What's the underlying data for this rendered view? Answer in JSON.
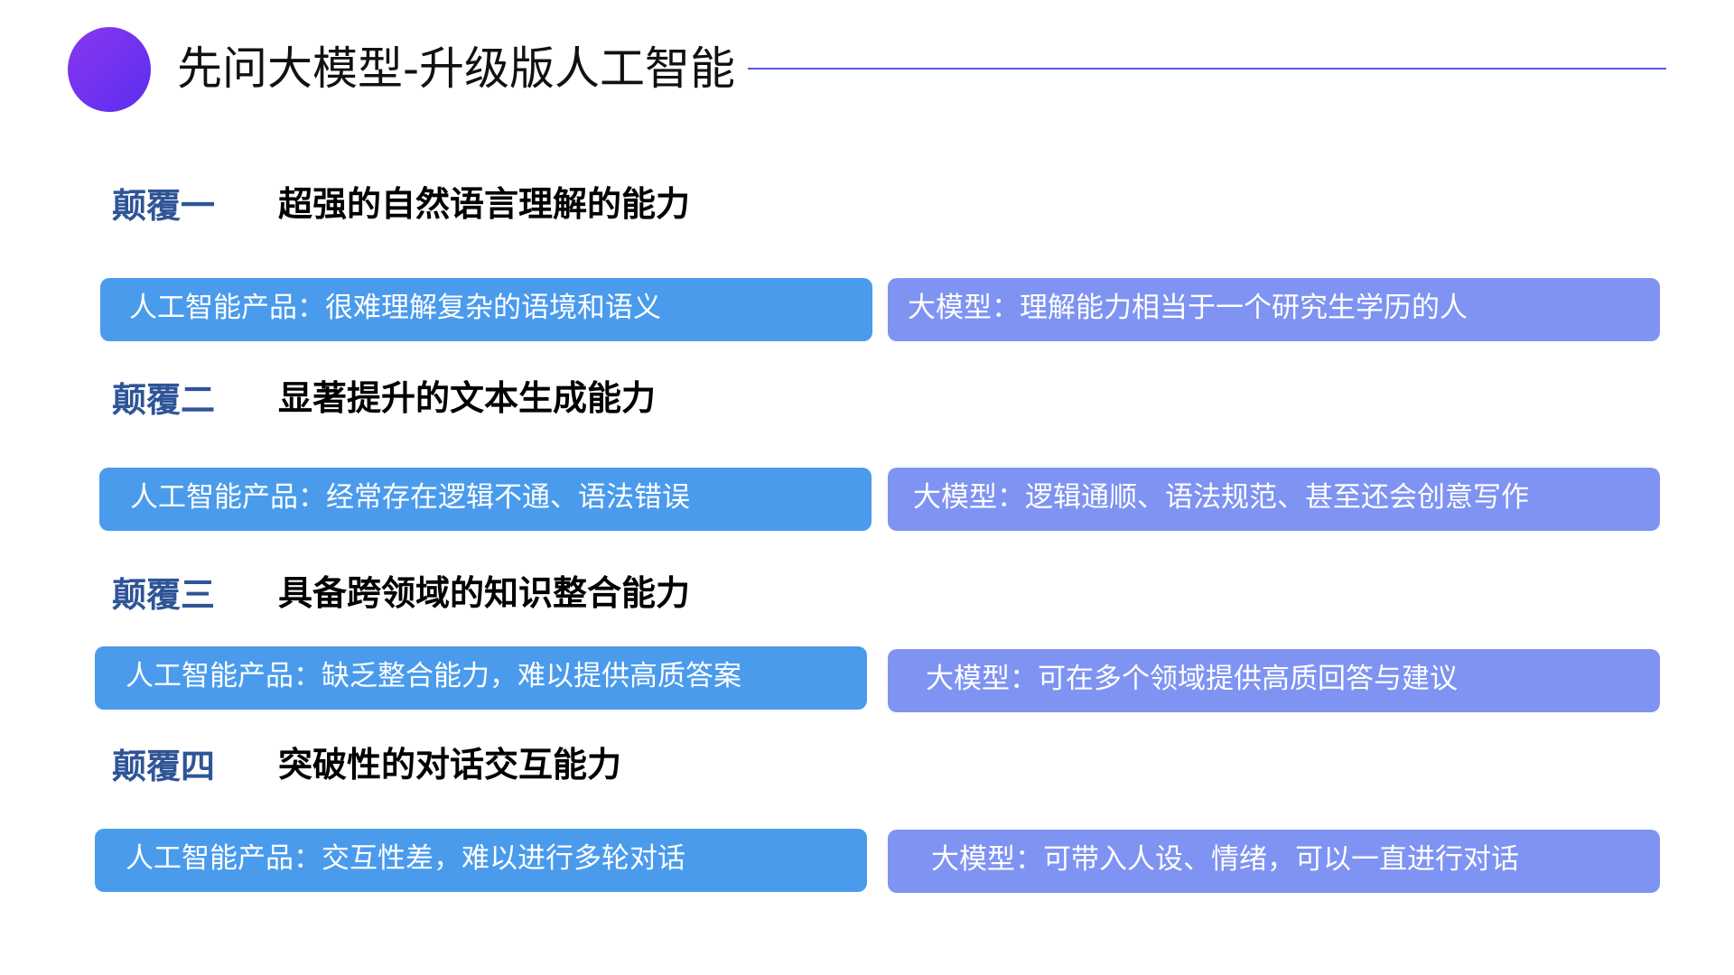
{
  "title": "先问大模型-升级版人工智能",
  "colors": {
    "accent_line": "#5b55e6",
    "left_box": "#4a9bec",
    "right_box": "#7f93f2",
    "header": "#2f5597"
  },
  "sections": [
    {
      "label": "颠覆一",
      "heading": "超强的自然语言理解的能力",
      "left": "人工智能产品：很难理解复杂的语境和语义",
      "right": "大模型：理解能力相当于一个研究生学历的人"
    },
    {
      "label": "颠覆二",
      "heading": "显著提升的文本生成能力",
      "left": "人工智能产品：经常存在逻辑不通、语法错误",
      "right": "大模型：逻辑通顺、语法规范、甚至还会创意写作"
    },
    {
      "label": "颠覆三",
      "heading": "具备跨领域的知识整合能力",
      "left": "人工智能产品：缺乏整合能力，难以提供高质答案",
      "right": "大模型：可在多个领域提供高质回答与建议"
    },
    {
      "label": "颠覆四",
      "heading": "突破性的对话交互能力",
      "left": "人工智能产品：交互性差，难以进行多轮对话",
      "right": "大模型：可带入人设、情绪，可以一直进行对话"
    }
  ]
}
